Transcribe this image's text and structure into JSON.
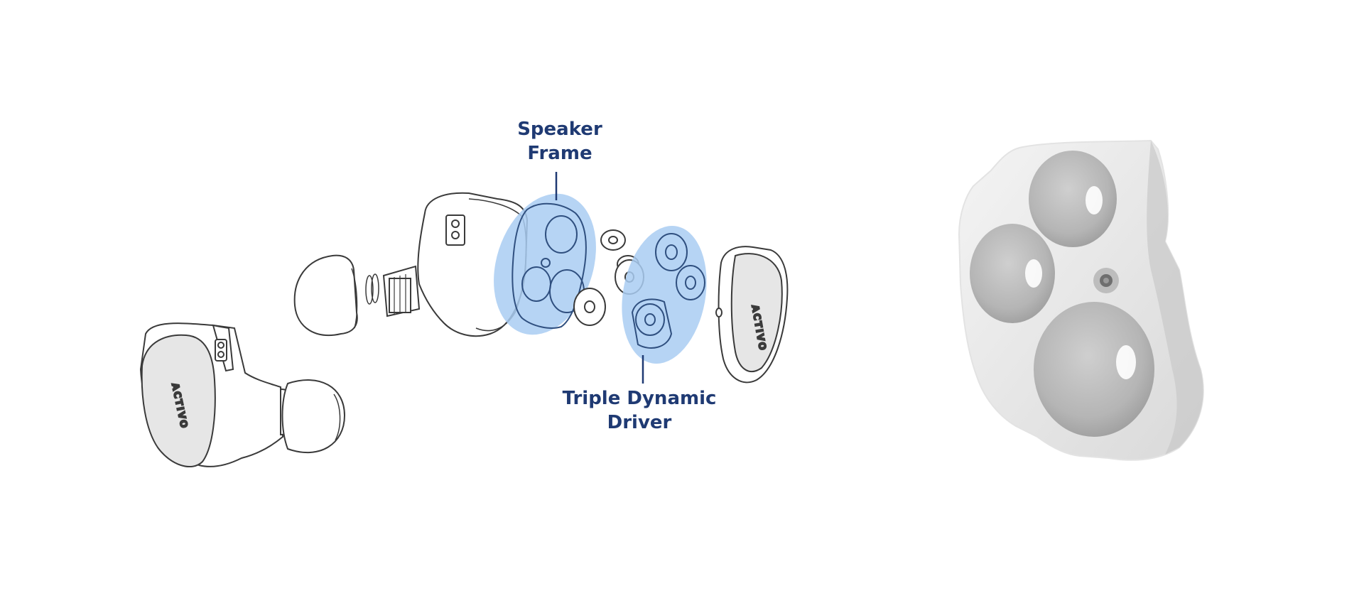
{
  "callouts": {
    "speaker_frame": {
      "line1": "Speaker",
      "line2": "Frame"
    },
    "triple_driver": {
      "line1": "Triple Dynamic",
      "line2": "Driver"
    }
  },
  "brand_mark": "ACTIVO",
  "colors": {
    "label": "#1f3a73",
    "highlight": "#a9cdf2",
    "outline": "#3a3a3a",
    "shell_fill": "#ffffff",
    "faceplate": "#e6e6e6"
  }
}
